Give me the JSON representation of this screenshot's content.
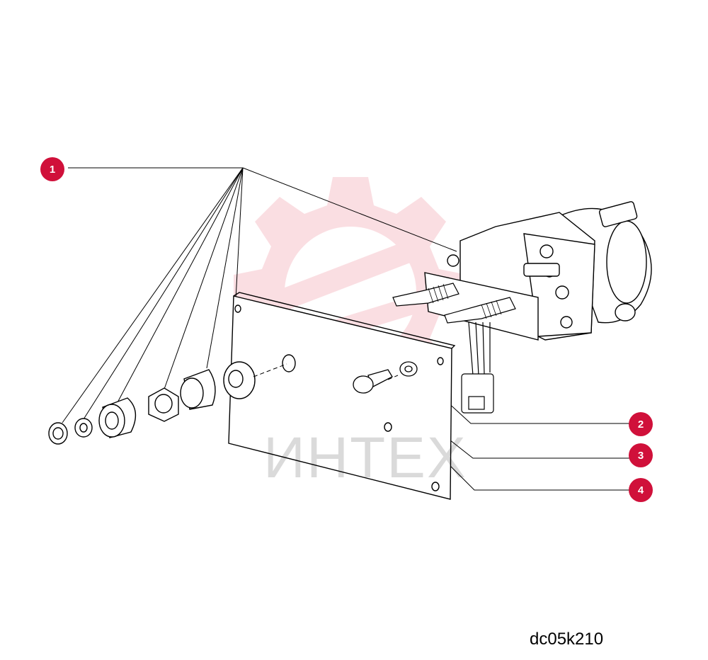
{
  "callouts": [
    {
      "id": "c1",
      "label": "1"
    },
    {
      "id": "c2",
      "label": "2"
    },
    {
      "id": "c3",
      "label": "3"
    },
    {
      "id": "c4",
      "label": "4"
    }
  ],
  "watermark": "ИНТЕХ",
  "drawing_id": "dc05k210",
  "colors": {
    "callout": "#d0103a",
    "watermark": "#e85a6e",
    "line": "#000000"
  }
}
